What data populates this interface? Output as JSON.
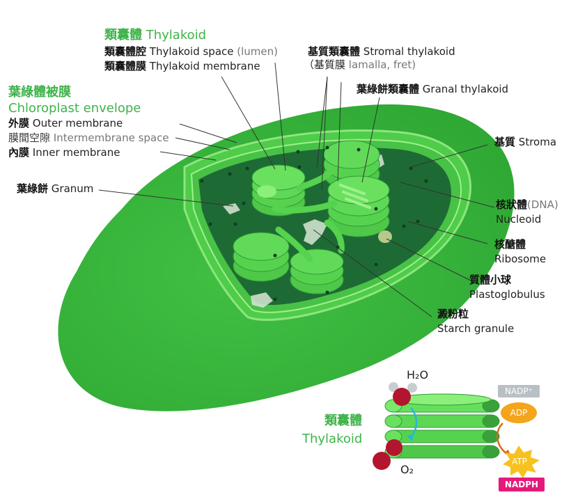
{
  "colors": {
    "outer": "#3db83f",
    "outer_dark": "#2a9a2f",
    "stroma": "#1f6e35",
    "thylakoid": "#55d24e",
    "thylakoid_light": "#8af07a",
    "label_green": "#3fb34a",
    "water_red": "#b3152e",
    "adp_orange": "#f4a51c",
    "atp_yellow": "#f7c21f",
    "nadph_pink": "#e5197a",
    "nadp_gray": "#b8c0c4",
    "arrow_cyan": "#28b6d8"
  },
  "labels": {
    "thylakoid": {
      "zh": "類囊體",
      "en": "Thylakoid"
    },
    "thylakoid_space": {
      "zh": "類囊體腔",
      "en": "Thylakoid space",
      "note": "(lumen)"
    },
    "thylakoid_membrane": {
      "zh": "類囊體膜",
      "en": "Thylakoid membrane"
    },
    "envelope": {
      "zh": "葉綠體被膜",
      "en": "Chloroplast envelope"
    },
    "outer_membrane": {
      "zh": "外膜",
      "en": "Outer membrane"
    },
    "intermembrane_space": {
      "zh": "膜間空隙",
      "en": "Intermembrane space"
    },
    "inner_membrane": {
      "zh": "內膜",
      "en": "Inner membrane"
    },
    "granum": {
      "zh": "葉綠餅",
      "en": "Granum"
    },
    "stromal_thylakoid": {
      "zh": "基質類囊體",
      "en": "Stromal thylakoid",
      "paren_zh": "（基質膜",
      "paren_en": "lamalla, fret)"
    },
    "granal_thylakoid": {
      "zh": "葉綠餅類囊體",
      "en": "Granal thylakoid"
    },
    "stroma": {
      "zh": "基質",
      "en": "Stroma"
    },
    "nucleoid": {
      "zh": "核狀體",
      "note": "(DNA)",
      "en": "Nucleoid"
    },
    "ribosome": {
      "zh": "核醣體",
      "en": "Ribosome"
    },
    "plastoglobulus": {
      "zh": "質體小球",
      "en": "Plastoglobulus"
    },
    "starch": {
      "zh": "澱粉粒",
      "en": "Starch granule"
    }
  },
  "inset": {
    "title_zh": "類囊體",
    "title_en": "Thylakoid",
    "h2o": "H₂O",
    "o2": "O₂",
    "nadp": "NADP⁺",
    "adp": "ADP",
    "atp": "ATP",
    "nadph": "NADPH"
  }
}
